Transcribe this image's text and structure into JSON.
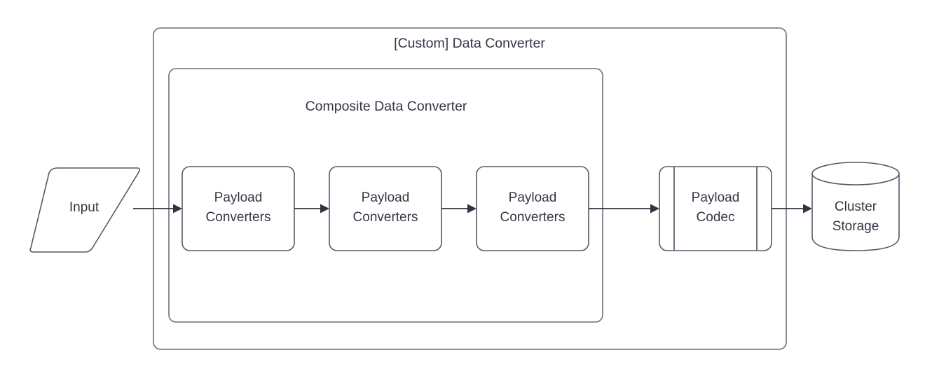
{
  "diagram": {
    "type": "flow-diagram",
    "background_color": "#ffffff",
    "stroke_color": "#55596b",
    "text_color": "#323744",
    "containers": [
      {
        "id": "custom-data-converter",
        "label": "[Custom] Data Converter",
        "shape": "rounded-rectangle"
      },
      {
        "id": "composite-data-converter",
        "label": "Composite Data Converter",
        "shape": "rounded-rectangle"
      }
    ],
    "nodes": [
      {
        "id": "input",
        "label": "Input",
        "shape": "parallelogram"
      },
      {
        "id": "payload-converters-1",
        "label_line1": "Payload",
        "label_line2": "Converters",
        "shape": "rounded-rectangle"
      },
      {
        "id": "payload-converters-2",
        "label_line1": "Payload",
        "label_line2": "Converters",
        "shape": "rounded-rectangle"
      },
      {
        "id": "payload-converters-3",
        "label_line1": "Payload",
        "label_line2": "Converters",
        "shape": "rounded-rectangle"
      },
      {
        "id": "payload-codec",
        "label_line1": "Payload",
        "label_line2": "Codec",
        "shape": "predefined-process"
      },
      {
        "id": "cluster-storage",
        "label_line1": "Cluster",
        "label_line2": "Storage",
        "shape": "cylinder"
      }
    ],
    "edges": [
      {
        "from": "input",
        "to": "payload-converters-1",
        "style": "solid-arrow"
      },
      {
        "from": "payload-converters-1",
        "to": "payload-converters-2",
        "style": "solid-arrow"
      },
      {
        "from": "payload-converters-2",
        "to": "payload-converters-3",
        "style": "solid-arrow"
      },
      {
        "from": "payload-converters-3",
        "to": "payload-codec",
        "style": "solid-arrow"
      },
      {
        "from": "payload-codec",
        "to": "cluster-storage",
        "style": "solid-arrow"
      }
    ]
  }
}
